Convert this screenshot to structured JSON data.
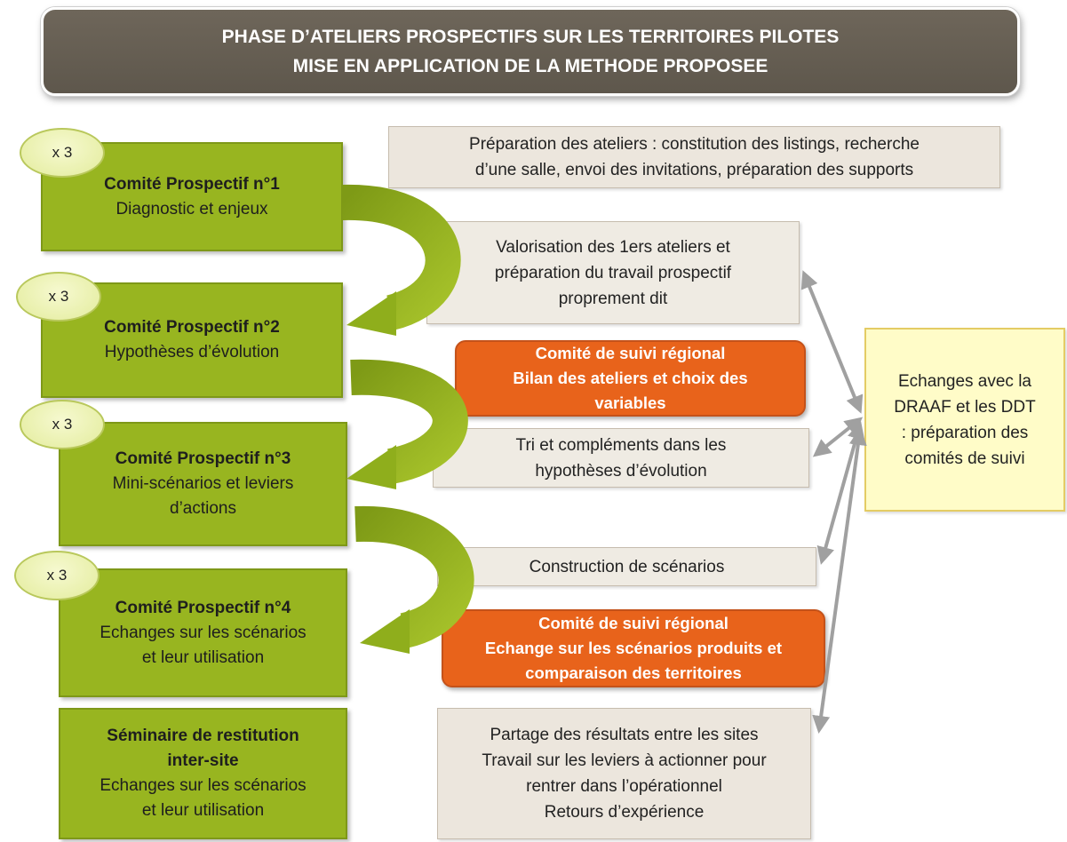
{
  "header": {
    "line1": "PHASE D’ATELIERS PROSPECTIFS SUR LES TERRITOIRES PILOTES",
    "line2": "MISE EN APPLICATION DE LA METHODE PROPOSEE"
  },
  "committees": [
    {
      "badge": "x 3",
      "title": "Comité Prospectif n°1",
      "line1": "Diagnostic et enjeux",
      "line2": ""
    },
    {
      "badge": "x 3",
      "title": "Comité Prospectif n°2",
      "line1": "Hypothèses d’évolution",
      "line2": ""
    },
    {
      "badge": "x 3",
      "title": "Comité Prospectif n°3",
      "line1": "Mini-scénarios et leviers",
      "line2": "d’actions"
    },
    {
      "badge": "x 3",
      "title": "Comité Prospectif n°4",
      "line1": "Echanges sur les scénarios",
      "line2": "et leur utilisation"
    }
  ],
  "seminar": {
    "title1": "Séminaire de restitution",
    "title2": "inter-site",
    "line1": "Echanges sur les scénarios",
    "line2": "et leur utilisation"
  },
  "steps": {
    "preparation": [
      "Préparation des ateliers : constitution des listings, recherche",
      "d’une salle, envoi des invitations, préparation des supports"
    ],
    "valorisation": [
      "Valorisation des 1ers ateliers et",
      "préparation du travail prospectif",
      "proprement dit"
    ],
    "tri": [
      "Tri et compléments dans les",
      "hypothèses d’évolution"
    ],
    "construction": [
      "Construction de scénarios"
    ],
    "partage": [
      "Partage des résultats entre les sites",
      "Travail sur les leviers à actionner pour",
      "rentrer dans l’opérationnel",
      "Retours d’expérience"
    ]
  },
  "regional": [
    [
      "Comité de suivi régional",
      "Bilan des ateliers et choix des",
      "variables"
    ],
    [
      "Comité de suivi régional",
      "Echange sur les scénarios produits et",
      "comparaison des territoires"
    ]
  ],
  "exchanges": [
    "Echanges avec la",
    "DRAAF et les DDT",
    ": préparation des",
    "comités de suivi"
  ],
  "colors": {
    "header": "#655e53",
    "committee": "#98b520",
    "badge": "#eef4b8",
    "step": "#ece6dd",
    "regional": "#e8631b",
    "exchanges": "#fffcc8",
    "arrow": "#a0a0a0"
  }
}
